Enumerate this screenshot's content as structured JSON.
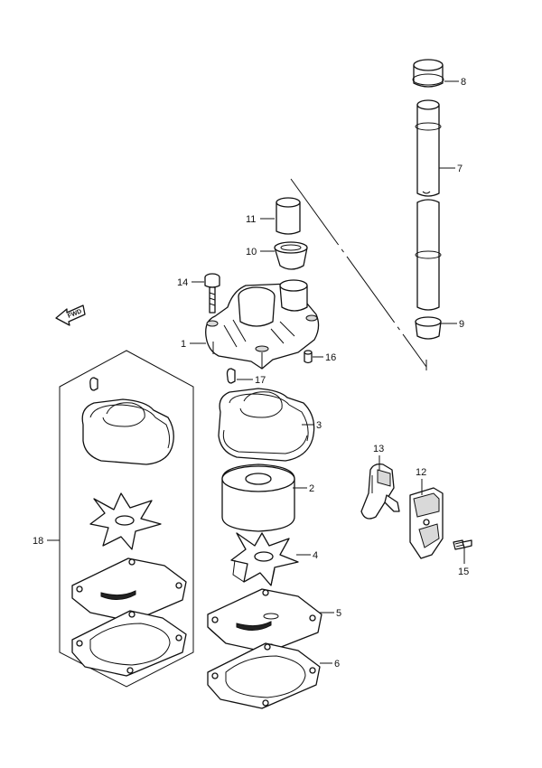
{
  "diagram": {
    "fwd_label": "FWD",
    "callouts": {
      "c1": "1",
      "c2": "2",
      "c3": "3",
      "c4": "4",
      "c5": "5",
      "c6": "6",
      "c7": "7",
      "c8": "8",
      "c9": "9",
      "c10": "10",
      "c11": "11",
      "c12": "12",
      "c13": "13",
      "c14": "14",
      "c15": "15",
      "c16": "16",
      "c17": "17",
      "c18": "18"
    }
  }
}
